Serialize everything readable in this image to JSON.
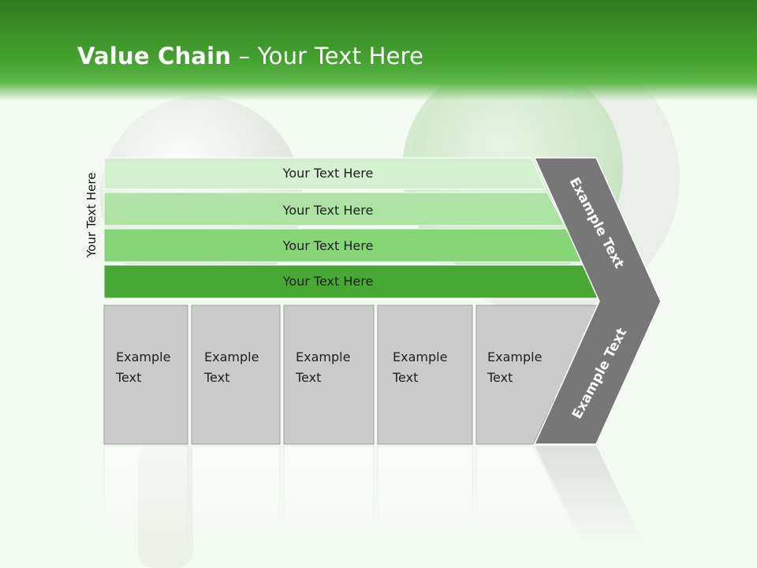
{
  "slide": {
    "title_bold": "Value Chain",
    "title_rest": " – Your Text Here",
    "side_label": "Your Text Here",
    "bars": [
      {
        "label": "Your Text Here",
        "fill": "#d6f1d2"
      },
      {
        "label": "Your Text Here",
        "fill": "#afe3a6"
      },
      {
        "label": "Your Text Here",
        "fill": "#86d677"
      },
      {
        "label": "Your Text Here",
        "fill": "#47a834"
      }
    ],
    "boxes": [
      {
        "line1": "Example",
        "line2": "Text"
      },
      {
        "line1": "Example",
        "line2": "Text"
      },
      {
        "line1": "Example",
        "line2": "Text"
      },
      {
        "line1": "Example",
        "line2": "Text"
      },
      {
        "line1": "Example",
        "line2": "Text"
      }
    ],
    "chevron_top_label": "Example Text",
    "chevron_bottom_label": "Example Text",
    "colors": {
      "header_green": "#3c9628",
      "box_gray": "#cbcbcb",
      "chevron_gray": "#777777"
    }
  }
}
